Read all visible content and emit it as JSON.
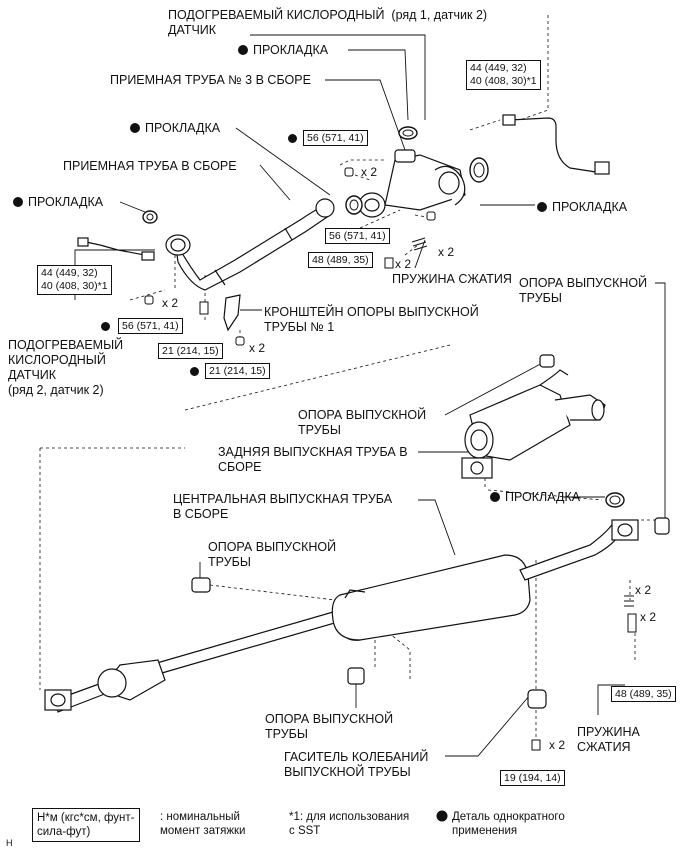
{
  "labels": {
    "o2_sensor_top": "ПОДОГРЕВАЕМЫЙ КИСЛОРОДНЫЙ  (ряд 1, датчик 2)\nДАТЧИК",
    "gasket_top": "ПРОКЛАДКА",
    "front_pipe_no3": "ПРИЕМНАЯ ТРУБА № 3 В СБОРЕ",
    "gasket_mid": "ПРОКЛАДКА",
    "front_pipe": "ПРИЕМНАЯ ТРУБА В СБОРЕ",
    "gasket_left": "ПРОКЛАДКА",
    "gasket_right": "ПРОКЛАДКА",
    "compression_spring_top": "ПРУЖИНА СЖАТИЯ",
    "bracket_no1": "КРОНШТЕЙН ОПОРЫ ВЫПУСКНОЙ\nТРУБЫ № 1",
    "o2_sensor_left": "ПОДОГРЕВАЕМЫЙ\nКИСЛОРОДНЫЙ\nДАТЧИК\n(ряд 2, датчик 2)",
    "support_right": "ОПОРА ВЫПУСКНОЙ\nТРУБЫ",
    "support_mid": "ОПОРА ВЫПУСКНОЙ\nТРУБЫ",
    "tail_pipe": "ЗАДНЯЯ ВЫПУСКНАЯ ТРУБА В\nСБОРЕ",
    "gasket_rear": "ПРОКЛАДКА",
    "center_pipe": "ЦЕНТРАЛЬНАЯ ВЫПУСКНАЯ ТРУБА\nВ СБОРЕ",
    "support_left": "ОПОРА ВЫПУСКНОЙ\nТРУБЫ",
    "support_bottom": "ОПОРА ВЫПУСКНОЙ\nТРУБЫ",
    "damper": "ГАСИТЕЛЬ КОЛЕБАНИЙ\nВЫПУСКНОЙ ТРУБЫ",
    "compression_spring_bottom": "ПРУЖИНА\nСЖАТИЯ"
  },
  "torques": {
    "t_o2_top": "44 (449, 32)\n40 (408, 30)*1",
    "t_56_top": "56 (571, 41)",
    "t_56_mid": "56 (571, 41)",
    "t_48_top": "48 (489, 35)",
    "t_o2_left": "44 (449, 32)\n40 (408, 30)*1",
    "t_56_left": "56 (571, 41)",
    "t_21_a": "21 (214, 15)",
    "t_21_b": "21 (214, 15)",
    "t_48_bottom": "48 (489, 35)",
    "t_19": "19 (194, 14)"
  },
  "multipliers": {
    "x2": "x 2"
  },
  "legend": {
    "unit_box": "Н*м (кгс*см, фунт-\nсила-фут)",
    "unit_desc": ": номинальный\nмомент затяжки",
    "note_sst": "*1: для использования\nс SST",
    "single_use": "Деталь однократного\nприменения"
  },
  "corner_mark": "H"
}
